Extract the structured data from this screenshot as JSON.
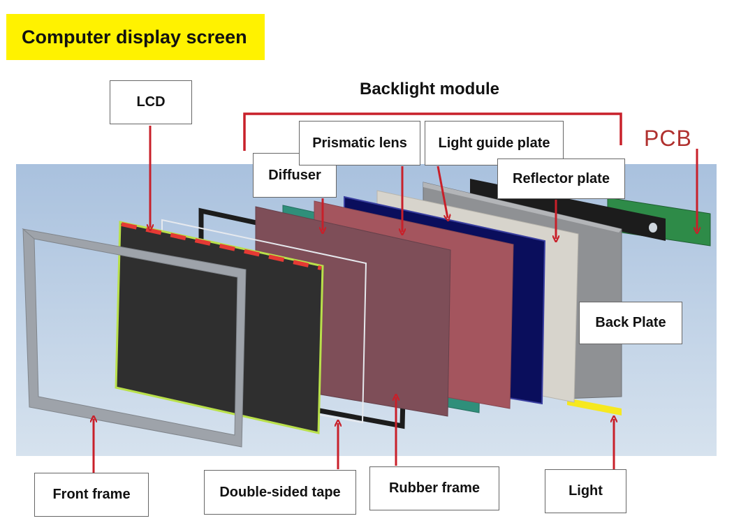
{
  "title": "Computer display screen",
  "backlight_group_label": "Backlight module",
  "pcb_label": "PCB",
  "labels": {
    "lcd": "LCD",
    "diffuser": "Diffuser",
    "prismatic_lens": "Prismatic lens",
    "light_guide_plate": "Light guide plate",
    "reflector_plate": "Reflector plate",
    "back_plate": "Back Plate",
    "front_frame": "Front frame",
    "double_sided_tape": "Double-sided tape",
    "rubber_frame": "Rubber frame",
    "light": "Light"
  },
  "colors": {
    "title_banner": "#fff200",
    "arrow": "#c8202a",
    "backdrop": "#b9cde3",
    "lcd_panel": "#2f2f2f",
    "diffuser_sheet": "#7e4e58",
    "prismatic_sheet": "#a4555e",
    "green_sheet": "#2f8f7a",
    "light_guide": "#0a0e5c",
    "reflector": "#d7d4cc",
    "back_plate": "#8f9194",
    "pcb_board": "#2e8b48",
    "light_strip": "#f6e81f"
  }
}
